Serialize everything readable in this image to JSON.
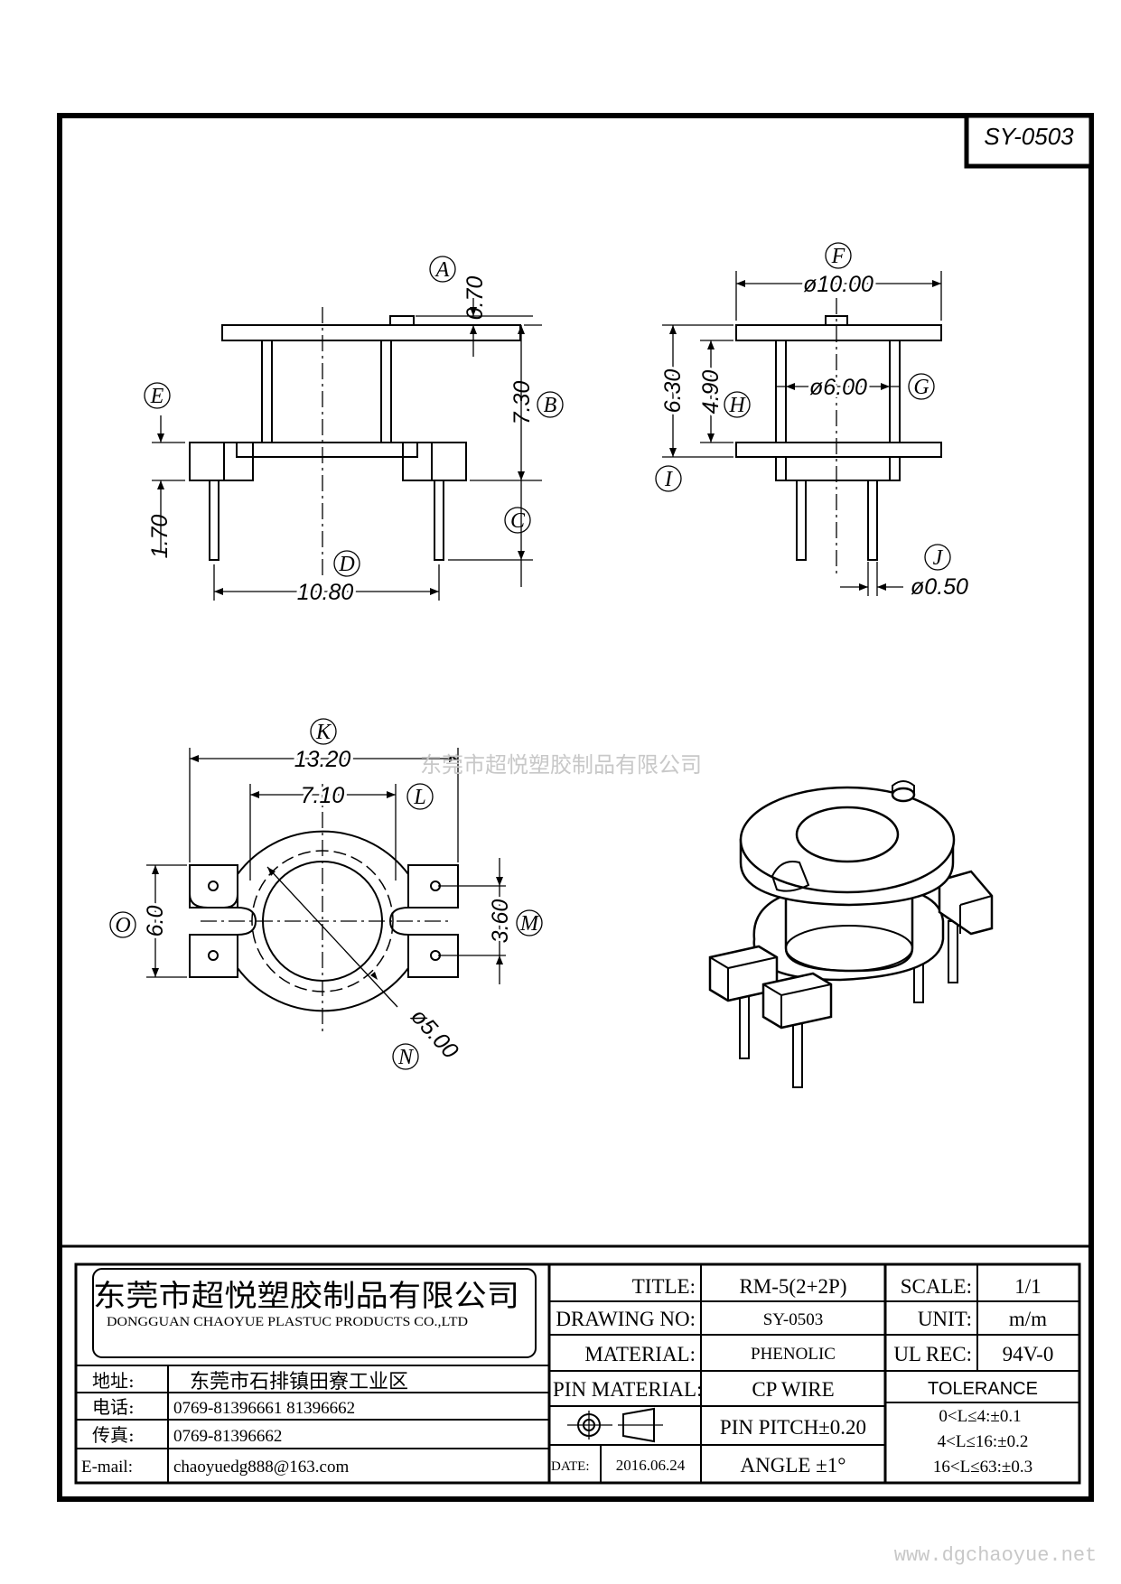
{
  "drawing_number_box": "SY-0503",
  "watermark_center": "东莞市超悦塑胶制品有限公司",
  "watermark_bottom": "www.dgchaoyue.net",
  "dimensions": {
    "A": {
      "label": "A",
      "value": "0.70"
    },
    "B": {
      "label": "B",
      "value": "7.30"
    },
    "C": {
      "label": "C",
      "value": "1.70"
    },
    "D": {
      "label": "D",
      "value": "10.80"
    },
    "E": {
      "label": "E"
    },
    "F": {
      "label": "F",
      "value": "ø10.00"
    },
    "G": {
      "label": "G",
      "value": "ø6.00"
    },
    "H": {
      "label": "H",
      "value": "4.90"
    },
    "I": {
      "label": "I",
      "value": "6.30"
    },
    "J": {
      "label": "J",
      "value": "ø0.50"
    },
    "K": {
      "label": "K",
      "value": "13.20"
    },
    "L": {
      "label": "L",
      "value": "7.10"
    },
    "M": {
      "label": "M",
      "value": "3.60"
    },
    "N": {
      "label": "N",
      "value": "ø5.00"
    },
    "O": {
      "label": "O",
      "value": "6.0"
    }
  },
  "title_block": {
    "company_cn": "东莞市超悦塑胶制品有限公司",
    "company_en": "DONGGUAN CHAOYUE PLASTUC PRODUCTS CO.,LTD",
    "address_label": "地址:",
    "address": "东莞市石排镇田寮工业区",
    "phone_label": "电话:",
    "phone": "0769-81396661  81396662",
    "fax_label": "传真:",
    "fax": "0769-81396662",
    "email_label": "E-mail:",
    "email": "chaoyuedg888@163.com",
    "title_label": "TITLE:",
    "title": "RM-5(2+2P)",
    "drawing_no_label": "DRAWING NO:",
    "drawing_no": "SY-0503",
    "material_label": "MATERIAL:",
    "material": "PHENOLIC",
    "pin_material_label": "PIN MATERIAL:",
    "pin_material": "CP WIRE",
    "date_label": "DATE:",
    "date": "2016.06.24",
    "pin_pitch": "PIN PITCH±0.20",
    "angle": "ANGLE  ±1°",
    "scale_label": "SCALE:",
    "scale": "1/1",
    "unit_label": "UNIT:",
    "unit": "m/m",
    "ul_label": "UL REC:",
    "ul": "94V-0",
    "tolerance_label": "TOLERANCE",
    "tolerance_1": "0<L≤4:±0.1",
    "tolerance_2": "4<L≤16:±0.2",
    "tolerance_3": "16<L≤63:±0.3"
  }
}
